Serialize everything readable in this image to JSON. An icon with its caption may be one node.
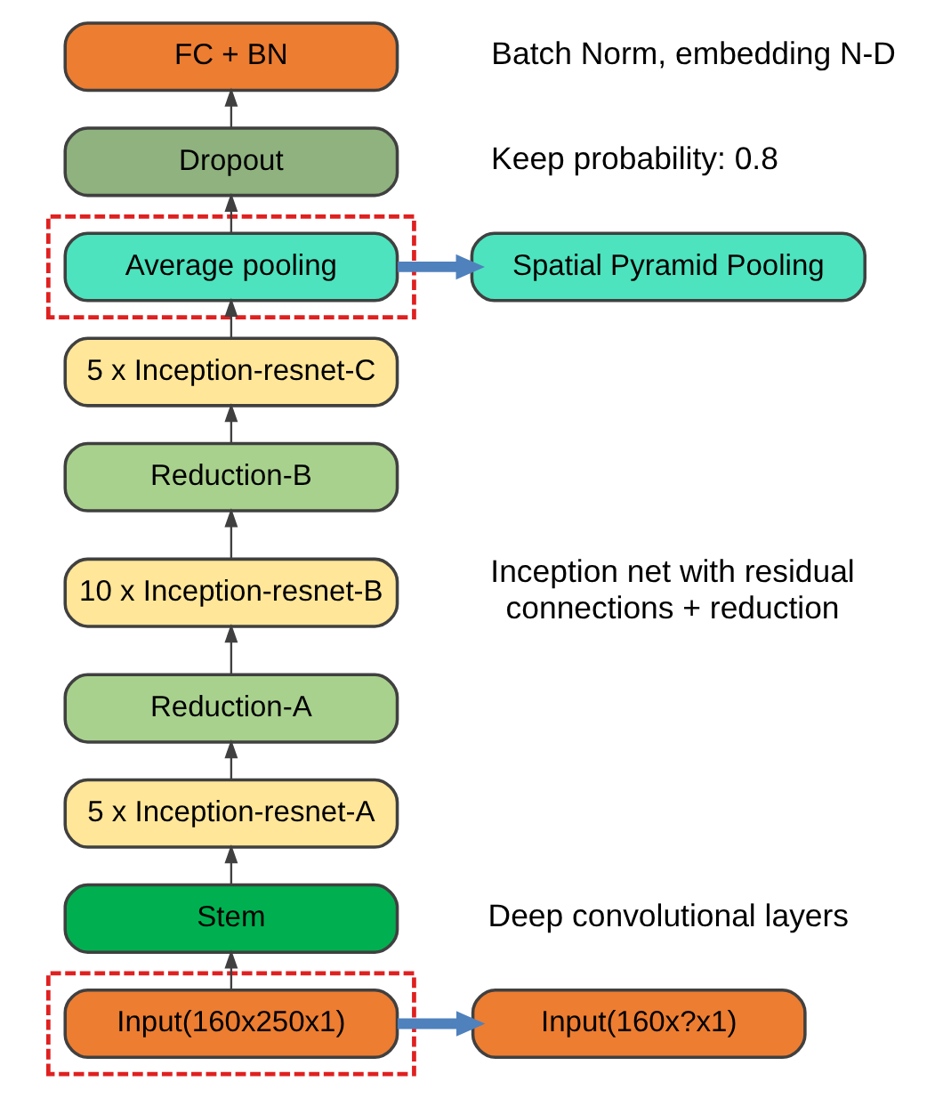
{
  "diagram": {
    "nodes": [
      {
        "text": [
          "FC + BN"
        ]
      },
      {
        "text": [
          "Dropout"
        ]
      },
      {
        "text": [],
        "shape": "box"
      },
      {
        "text": [
          "Average pooling"
        ],
        "in": 2
      },
      {
        "text": [
          "Spatial Pyramid Pooling"
        ]
      },
      {
        "text": [
          "5 x Inception-resnet-C"
        ]
      },
      {
        "text": [
          "Reduction-B"
        ]
      },
      {
        "text": [
          "10 x Inception-resnet-B"
        ]
      },
      {
        "text": [
          "Reduction-A"
        ]
      },
      {
        "text": [
          "5 x Inception-resnet-A"
        ]
      },
      {
        "text": [
          "Stem"
        ]
      },
      {
        "text": [],
        "shape": "box"
      },
      {
        "text": [
          "Input(160x250x1)"
        ],
        "in": 11
      },
      {
        "text": [
          "Input(160x?x1)"
        ]
      }
    ],
    "edges": [
      {
        "from": 12,
        "to": 10,
        "arrow": "to"
      },
      {
        "from": 10,
        "to": 9,
        "arrow": "to"
      },
      {
        "from": 9,
        "to": 8,
        "arrow": "to"
      },
      {
        "from": 8,
        "to": 7,
        "arrow": "to"
      },
      {
        "from": 7,
        "to": 6,
        "arrow": "to"
      },
      {
        "from": 6,
        "to": 5,
        "arrow": "to"
      },
      {
        "from": 5,
        "to": 3,
        "arrow": "to"
      },
      {
        "from": 3,
        "to": 1,
        "arrow": "to"
      },
      {
        "from": 1,
        "to": 0,
        "arrow": "to"
      },
      {
        "from": 3,
        "to": 4,
        "arrow": "to",
        "style": "thick",
        "color": "#4f81bd"
      },
      {
        "from": 12,
        "to": 13,
        "arrow": "to",
        "style": "thick",
        "color": "#4f81bd"
      }
    ],
    "labels": [
      "Batch Norm, embedding N-D",
      "Keep probability: 0.8",
      "Inception net with residual connections + reduction",
      "Deep convolutional layers"
    ]
  }
}
